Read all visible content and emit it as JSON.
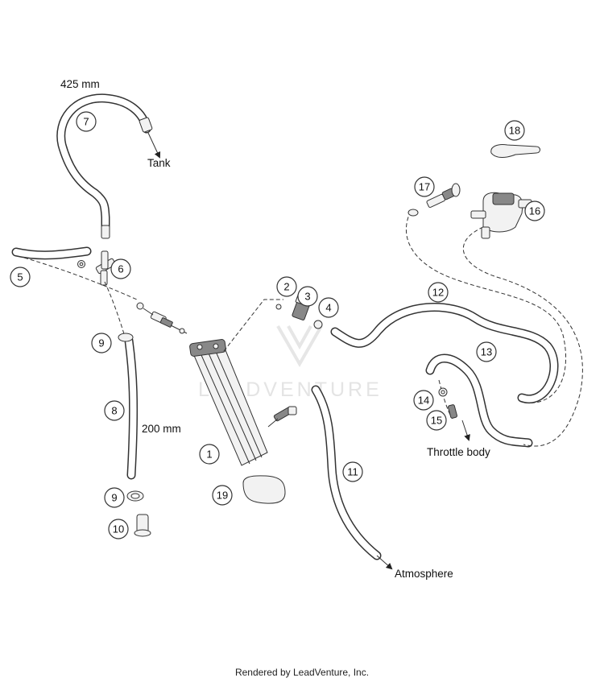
{
  "callouts": [
    "1",
    "2",
    "3",
    "4",
    "5",
    "6",
    "7",
    "8",
    "9",
    "9",
    "10",
    "11",
    "12",
    "13",
    "14",
    "15",
    "16",
    "17",
    "18",
    "19"
  ],
  "labels": {
    "len_425": "425 mm",
    "tank": "Tank",
    "len_200": "200 mm",
    "throttle_body": "Throttle body",
    "atmosphere": "Atmosphere"
  },
  "watermark": "LEADVENTURE",
  "footer": "Rendered by LeadVenture, Inc."
}
